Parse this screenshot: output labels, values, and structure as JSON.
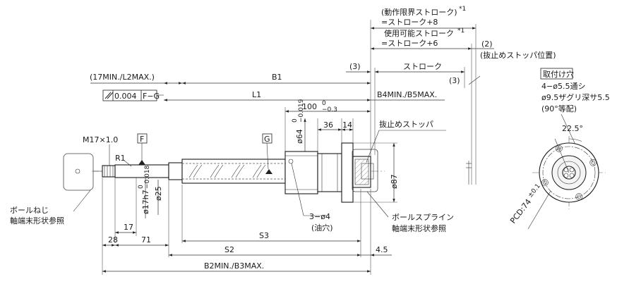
{
  "labels": {
    "motion_stroke": "(動作限界ストローク)",
    "motion_stroke_note": "*1",
    "motion_stroke_formula": "=ストローク+8",
    "usable_stroke": "使用可能ストローク",
    "usable_stroke_note": "*1",
    "usable_stroke_formula": "=ストローク+6",
    "dim_2": "(2)",
    "stopper_position": "(抜止めストッパ位置)",
    "dim_3_left": "(3)",
    "stroke": "ストローク",
    "dim_3_right": "(3)",
    "l2_range": "(17MIN./L2MAX.)",
    "b1": "B1",
    "l1": "L1",
    "b4_b5": "B4MIN./B5MAX.",
    "tol_value": "0.004",
    "tol_datum": "F−G",
    "dim_100": "100",
    "dim_100_tol_upper": "0",
    "dim_100_tol_lower": "−0.3",
    "dim_64": "ø64",
    "dim_64_tol_upper": "0",
    "dim_64_tol_lower": "−0.019",
    "dim_36": "36",
    "dim_14": "14",
    "stopper": "抜止めストッパ",
    "thread": "M17×1.0",
    "datum_f": "F",
    "datum_g": "G",
    "radius": "R1",
    "dim_87": "ø87",
    "dim_17h7": "ø17h7",
    "dim_17h7_tol_upper": "0",
    "dim_17h7_tol_lower": "−0.018",
    "dim_25": "ø25",
    "oil_holes": "3−ø4",
    "oil_holes_note": "(油穴)",
    "ball_screw_ref_1": "ボールねじ",
    "ball_screw_ref_2": "軸端末形状参照",
    "ball_spline_ref_1": "ボールスプライン",
    "ball_spline_ref_2": "軸端末形状参照",
    "dim_17": "17",
    "dim_28": "28",
    "dim_71": "71",
    "s2": "S2",
    "s3": "S3",
    "dim_4_5": "4.5",
    "b2_b3": "B2MIN./B3MAX."
  },
  "mounting_holes": {
    "title": "取付け穴",
    "line1": "4−ø5.5通シ",
    "line2": "ø9.5ザグリ深サ5.5",
    "line3": "(90°等配)",
    "angle": "22.5°",
    "pcd": "PCD:74",
    "pcd_tol": "±0.1"
  }
}
